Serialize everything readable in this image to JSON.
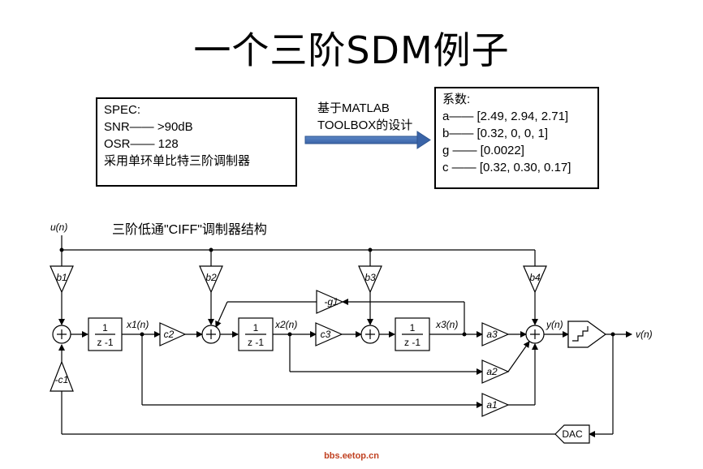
{
  "title": "一个三阶SDM例子",
  "spec": {
    "heading": "SPEC:",
    "snr": "SNR—— >90dB",
    "osr": "OSR—— 128",
    "note": "采用单环单比特三阶调制器"
  },
  "arrow_label": {
    "line1": "基于MATLAB",
    "line2": "TOOLBOX的设计"
  },
  "coefficients": {
    "heading": "系数:",
    "a": "a—— [2.49, 2.94, 2.71]",
    "b": "b—— [0.32, 0, 0, 1]",
    "g": "g —— [0.0022]",
    "c": "c —— [0.32, 0.30, 0.17]"
  },
  "diagram": {
    "caption": "三阶低通\"CIFF\"调制器结构",
    "input_label": "u(n)",
    "output_label": "v(n)",
    "y_label": "y(n)",
    "x1": "x1(n)",
    "x2": "x2(n)",
    "x3": "x3(n)",
    "integrator_num": "1",
    "integrator_den": "z -1",
    "gains": {
      "b1": "b1",
      "b2": "b2",
      "b3": "b3",
      "b4": "b4",
      "c1": "-c1",
      "c2": "c2",
      "c3": "c3",
      "g1": "-g1",
      "a1": "a1",
      "a2": "a2",
      "a3": "a3"
    },
    "dac": "DAC"
  },
  "watermark": "bbs.eetop.cn"
}
